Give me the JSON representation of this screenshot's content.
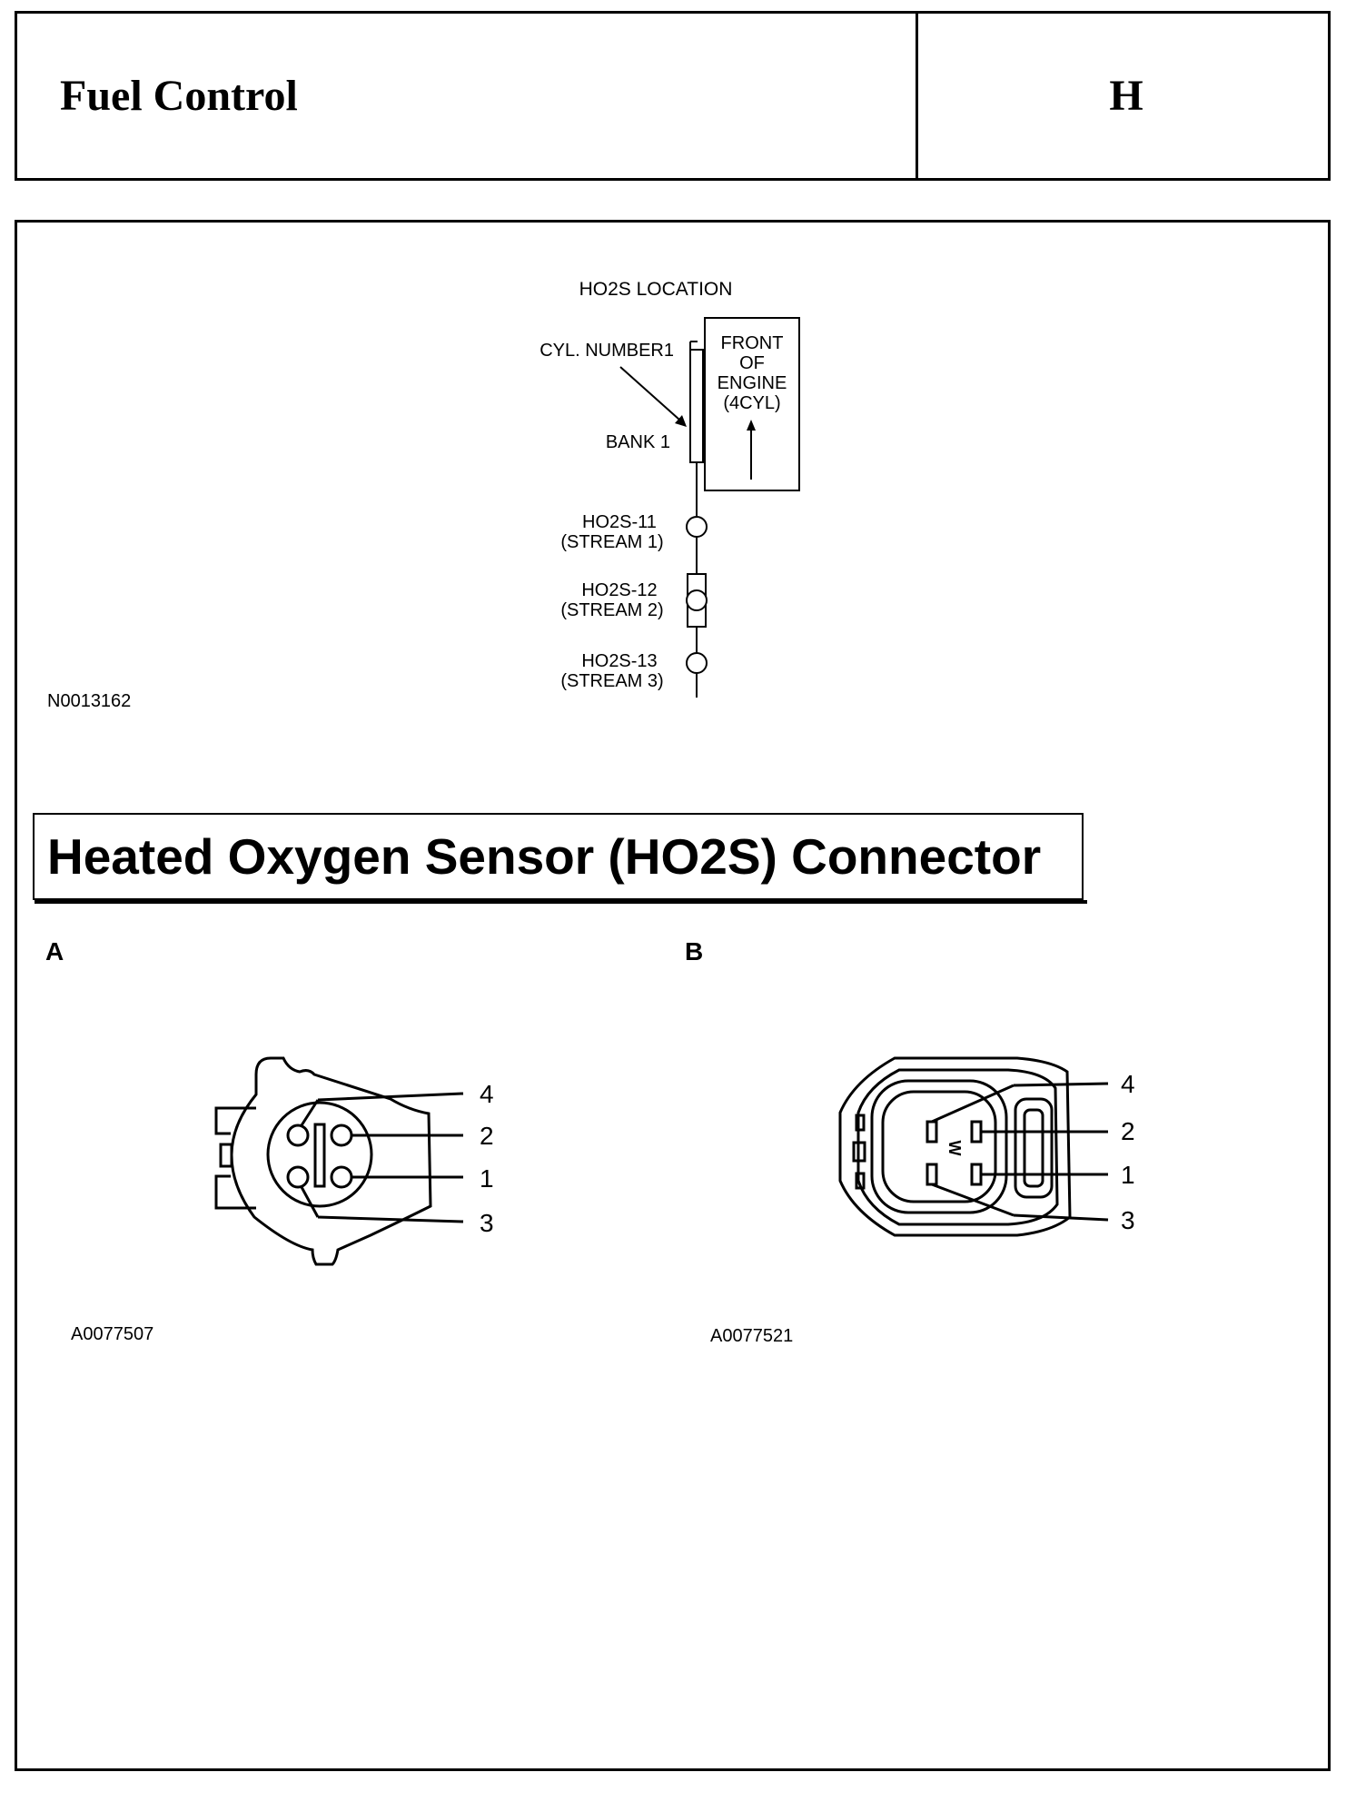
{
  "header": {
    "title": "Fuel Control",
    "section_letter": "H"
  },
  "location_diagram": {
    "title": "HO2S LOCATION",
    "cyl_label": "CYL. NUMBER1",
    "bank_label": "BANK 1",
    "engine_box_lines": [
      "FRONT",
      "OF",
      "ENGINE",
      "(4CYL)"
    ],
    "sensors": [
      {
        "name": "HO2S-11",
        "stream": "(STREAM 1)"
      },
      {
        "name": "HO2S-12",
        "stream": "(STREAM 2)"
      },
      {
        "name": "HO2S-13",
        "stream": "(STREAM 3)"
      }
    ],
    "ref_code": "N0013162"
  },
  "connector_section": {
    "title": "Heated Oxygen Sensor (HO2S) Connector",
    "connector_a": {
      "letter": "A",
      "pins": [
        "4",
        "2",
        "1",
        "3"
      ],
      "ref_code": "A0077507"
    },
    "connector_b": {
      "letter": "B",
      "pins": [
        "4",
        "2",
        "1",
        "3"
      ],
      "ref_code": "A0077521"
    }
  }
}
